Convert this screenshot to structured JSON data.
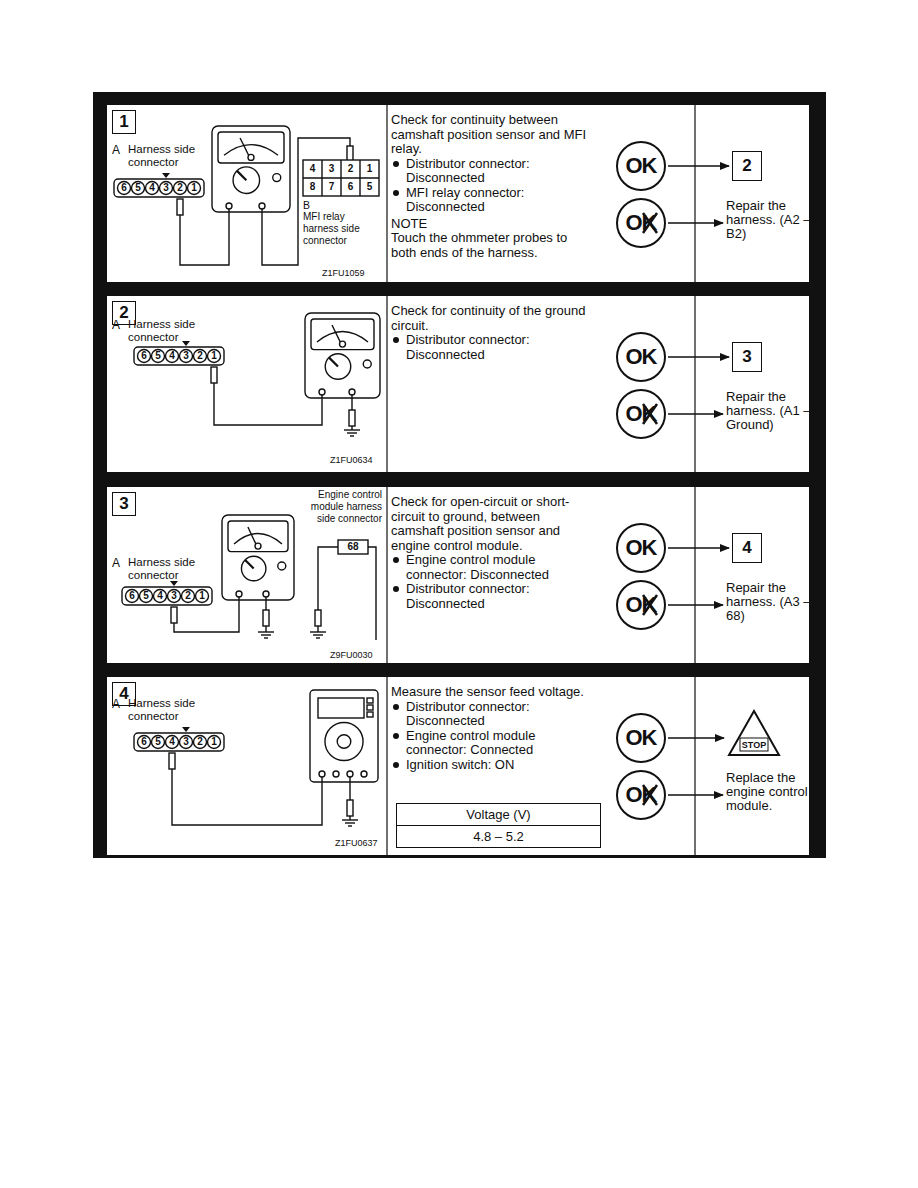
{
  "diagram": {
    "nodes": [
      {
        "text": [
          "Check for continuity between camshaft position sensor and MFI relay.",
          "Distributor connector: Disconnected",
          "MFI relay connector: Disconnected",
          "NOTE",
          "Touch the ohmmeter probes to both ends of the harness."
        ]
      },
      {
        "text": [
          "1"
        ],
        "in": 0
      },
      {
        "text": [
          "OK"
        ],
        "in": 0
      },
      {
        "text": [
          "OK"
        ],
        "in": 0
      },
      {
        "text": [
          "2"
        ],
        "in": 0
      },
      {
        "text": [
          "Repair the harness. (A2 – B2)"
        ],
        "in": 0
      },
      {
        "text": [
          "Check for continuity of the ground circuit.",
          "Distributor connector: Disconnected"
        ]
      },
      {
        "text": [
          "2"
        ],
        "in": 6
      },
      {
        "text": [
          "OK"
        ],
        "in": 6
      },
      {
        "text": [
          "OK"
        ],
        "in": 6
      },
      {
        "text": [
          "3"
        ],
        "in": 6
      },
      {
        "text": [
          "Repair the harness. (A1 – Ground)"
        ],
        "in": 6
      },
      {
        "text": [
          "Check for open-circuit or short-circuit to ground, between camshaft position sensor and engine control module.",
          "Engine control module connector: Disconnected",
          "Distributor connector: Disconnected"
        ]
      },
      {
        "text": [
          "3"
        ],
        "in": 12
      },
      {
        "text": [
          "OK"
        ],
        "in": 12
      },
      {
        "text": [
          "OK"
        ],
        "in": 12
      },
      {
        "text": [
          "4"
        ],
        "in": 12
      },
      {
        "text": [
          "Repair the harness. (A3 – 68)"
        ],
        "in": 12
      },
      {
        "text": [
          "Measure the sensor feed voltage.",
          "Distributor connector: Disconnected",
          "Engine control module connector: Connected",
          "Ignition switch: ON"
        ]
      },
      {
        "text": [
          "4"
        ],
        "in": 18
      },
      {
        "text": [
          "Voltage (V)",
          "4.8 – 5.2"
        ],
        "in": 18
      },
      {
        "text": [
          "OK"
        ],
        "in": 18
      },
      {
        "text": [
          "OK"
        ],
        "in": 18
      },
      {
        "text": [
          "STOP"
        ],
        "in": 18
      },
      {
        "text": [
          "Replace the engine control module."
        ],
        "in": 18
      }
    ],
    "edges": [
      {
        "from": 2,
        "to": 4,
        "arrow": "to"
      },
      {
        "from": 3,
        "to": 5,
        "arrow": "to"
      },
      {
        "from": 8,
        "to": 10,
        "arrow": "to"
      },
      {
        "from": 9,
        "to": 11,
        "arrow": "to"
      },
      {
        "from": 14,
        "to": 16,
        "arrow": "to"
      },
      {
        "from": 15,
        "to": 17,
        "arrow": "to"
      },
      {
        "from": 21,
        "to": 23,
        "arrow": "to"
      },
      {
        "from": 22,
        "to": 24,
        "arrow": "to"
      }
    ],
    "labels": [
      "A",
      "Harness side connector",
      "6",
      "5",
      "4",
      "3",
      "2",
      "1",
      "4",
      "3",
      "2",
      "1",
      "8",
      "7",
      "6",
      "5",
      "B",
      "MFI relay harness side connector",
      "Z1FU1059",
      "A",
      "Harness side connector",
      "6",
      "5",
      "4",
      "3",
      "2",
      "1",
      "Z1FU0634",
      "Engine control module harness side connector",
      "68",
      "A",
      "Harness side connector",
      "6",
      "5",
      "4",
      "3",
      "2",
      "1",
      "Z9FU0030",
      "A",
      "Harness side connector",
      "6",
      "5",
      "4",
      "3",
      "2",
      "1",
      "Z1FU0637"
    ]
  }
}
